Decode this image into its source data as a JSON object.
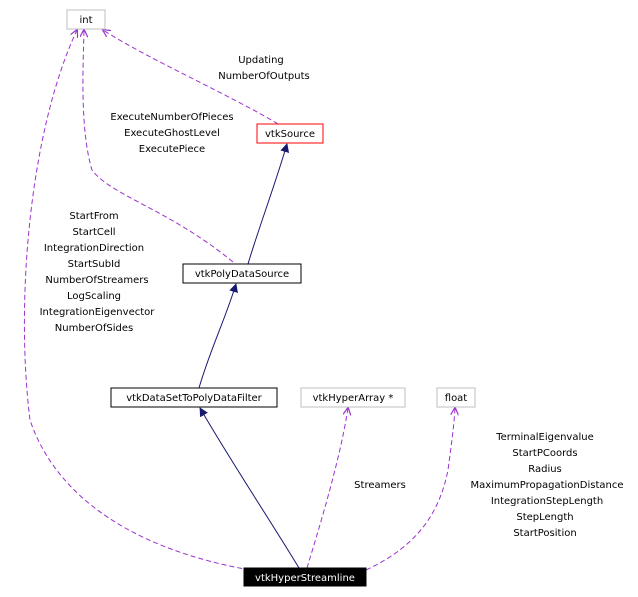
{
  "colors": {
    "inherit_edge": "#191970",
    "usage_edge": "#9a32cd",
    "node_border_default": "#000000",
    "node_border_external": "#bfbfbf",
    "node_border_highlight": "#ff0000",
    "focus_fill": "#000000",
    "focus_text": "#ffffff"
  },
  "nodes": {
    "int": "int",
    "vtk_source": "vtkSource",
    "vtk_poly_data_source": "vtkPolyDataSource",
    "vtk_data_set_to_poly_data_filter": "vtkDataSetToPolyDataFilter",
    "vtk_hyper_array": "vtkHyperArray *",
    "float": "float",
    "vtk_hyper_streamline": "vtkHyperStreamline"
  },
  "edge_labels": {
    "source_int": [
      "Updating",
      "NumberOfOutputs"
    ],
    "polydatasource_int": [
      "ExecuteNumberOfPieces",
      "ExecuteGhostLevel",
      "ExecutePiece"
    ],
    "streamline_int": [
      "StartFrom",
      "StartCell",
      "IntegrationDirection",
      "StartSubId",
      "NumberOfStreamers",
      "LogScaling",
      "IntegrationEigenvector",
      "NumberOfSides"
    ],
    "streamline_hyperarray": [
      "Streamers"
    ],
    "streamline_float": [
      "TerminalEigenvalue",
      "StartPCoords",
      "Radius",
      "MaximumPropagationDistance",
      "IntegrationStepLength",
      "StepLength",
      "StartPosition"
    ]
  }
}
